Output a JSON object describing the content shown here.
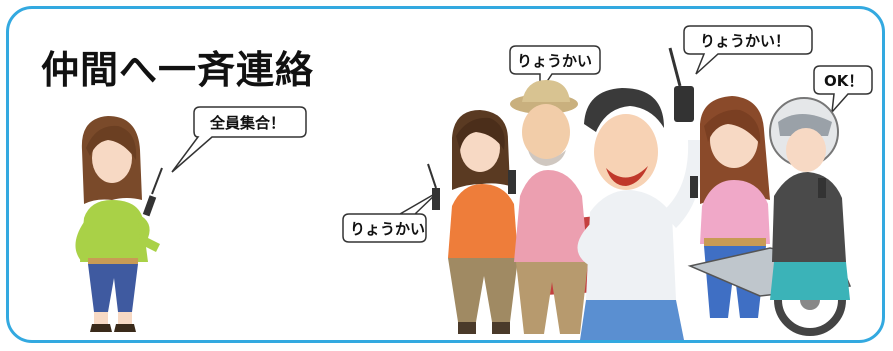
{
  "title": "仲間へ一斉連絡",
  "bubbles": {
    "leader": "全員集合！",
    "hiker_left": "りょうかい",
    "elder": "りょうかい",
    "young_man": "りょうかい！",
    "rider": "OK！"
  },
  "colors": {
    "frame": "#33a9e0"
  }
}
